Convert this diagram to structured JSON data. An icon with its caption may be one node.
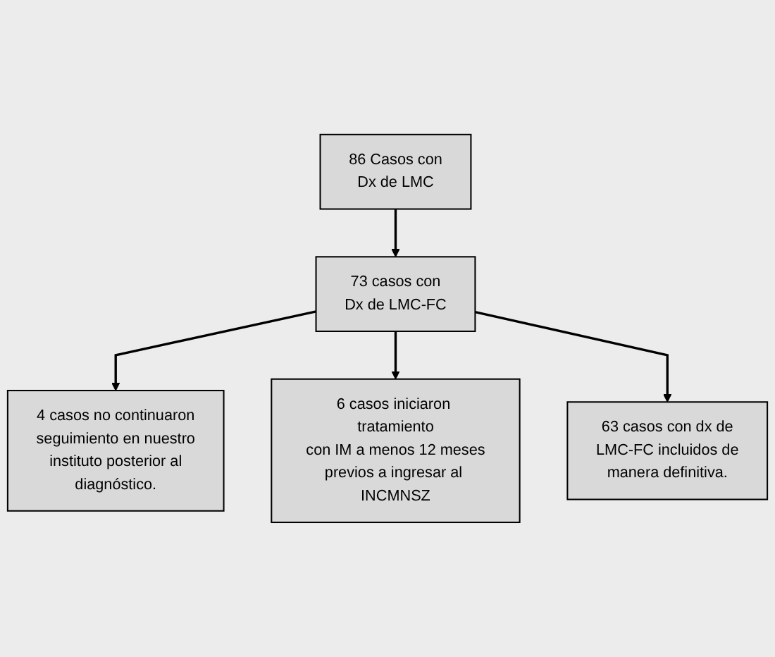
{
  "diagram": {
    "nodes": [
      {
        "text": [
          "86 Casos con Dx de LMC"
        ]
      },
      {
        "text": [
          "73 casos con Dx de LMC-FC"
        ]
      },
      {
        "text": [
          "4 casos no continuaron seguimiento en nuestro instituto posterior al diagnóstico."
        ]
      },
      {
        "text": [
          "6 casos iniciaron tratamiento con IM a menos 12 meses previos a ingresar al INCMNSZ"
        ]
      },
      {
        "text": [
          "63 casos con dx de LMC-FC incluidos de manera definitiva."
        ]
      }
    ],
    "edges": [
      {
        "from": 0,
        "to": 1,
        "arrow": "to"
      },
      {
        "from": 1,
        "to": 2,
        "arrow": "to"
      },
      {
        "from": 1,
        "to": 3,
        "arrow": "to"
      },
      {
        "from": 1,
        "to": 4,
        "arrow": "to"
      }
    ]
  }
}
